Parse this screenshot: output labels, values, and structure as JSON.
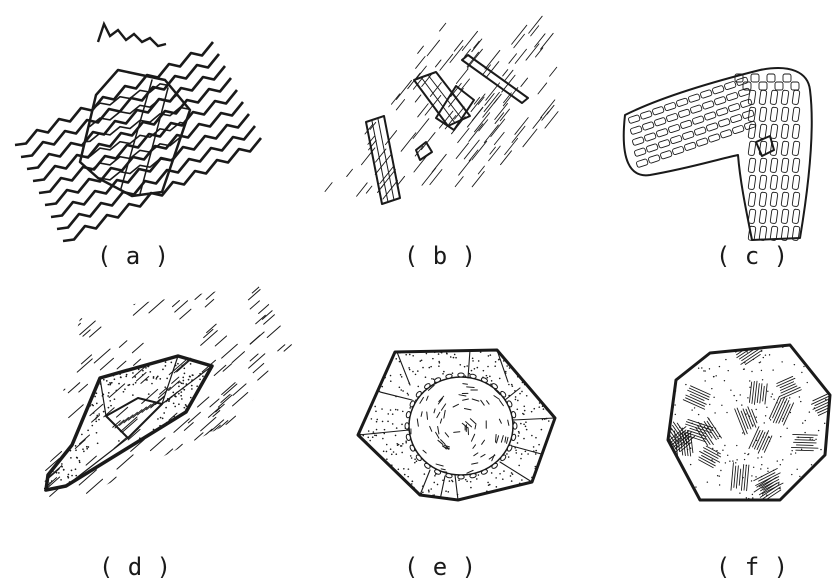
{
  "panels": [
    {
      "id": "a",
      "label": "( a )"
    },
    {
      "id": "b",
      "label": "( b )"
    },
    {
      "id": "c",
      "label": "( c )"
    },
    {
      "id": "d",
      "label": "( d )"
    },
    {
      "id": "e",
      "label": "( e )"
    },
    {
      "id": "f",
      "label": "( f )"
    }
  ]
}
